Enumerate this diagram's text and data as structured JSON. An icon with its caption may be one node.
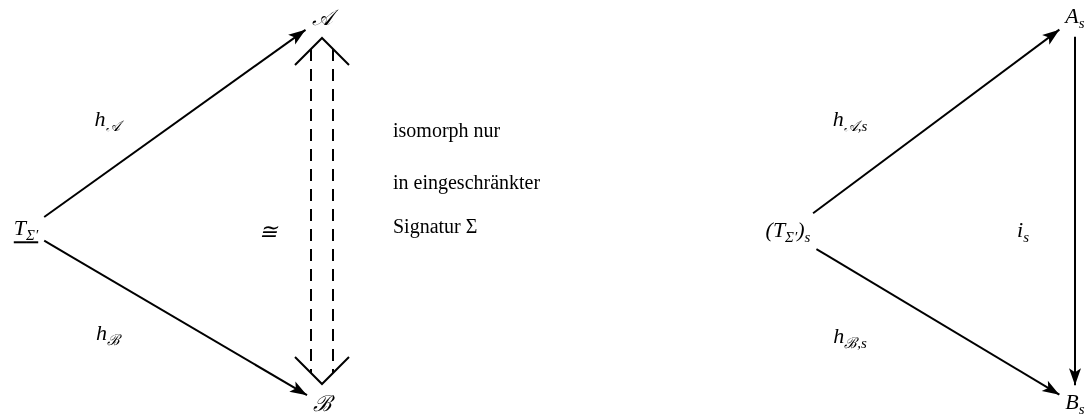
{
  "diagram": {
    "nodes": [
      {
        "text": [
          "T$_{Σ′}$"
        ]
      },
      {
        "text": [
          "𝒜"
        ]
      },
      {
        "text": [
          "ℬ"
        ]
      },
      {
        "text": [
          "(T$_{Σ′}$)$_{s}$"
        ]
      },
      {
        "text": [
          "A$_{s}$"
        ]
      },
      {
        "text": [
          "B$_{s}$"
        ]
      }
    ],
    "edges": [
      {
        "from": 0,
        "to": 1,
        "arrow": "to",
        "label": "h$_{𝒜}$"
      },
      {
        "from": 0,
        "to": 2,
        "arrow": "to",
        "label": "h$_{ℬ}$"
      },
      {
        "from": 1,
        "to": 2,
        "arrow": "both",
        "style": "dashed",
        "label": "≅"
      },
      {
        "from": 3,
        "to": 4,
        "arrow": "to",
        "label": "h$_{𝒜,s}$"
      },
      {
        "from": 3,
        "to": 5,
        "arrow": "to",
        "label": "h$_{ℬ,s}$"
      },
      {
        "from": 4,
        "to": 5,
        "arrow": "to",
        "label": "i$_{s}$"
      }
    ],
    "labels": [
      "isomorph nur",
      "in eingeschränkter",
      "Signatur Σ"
    ]
  }
}
